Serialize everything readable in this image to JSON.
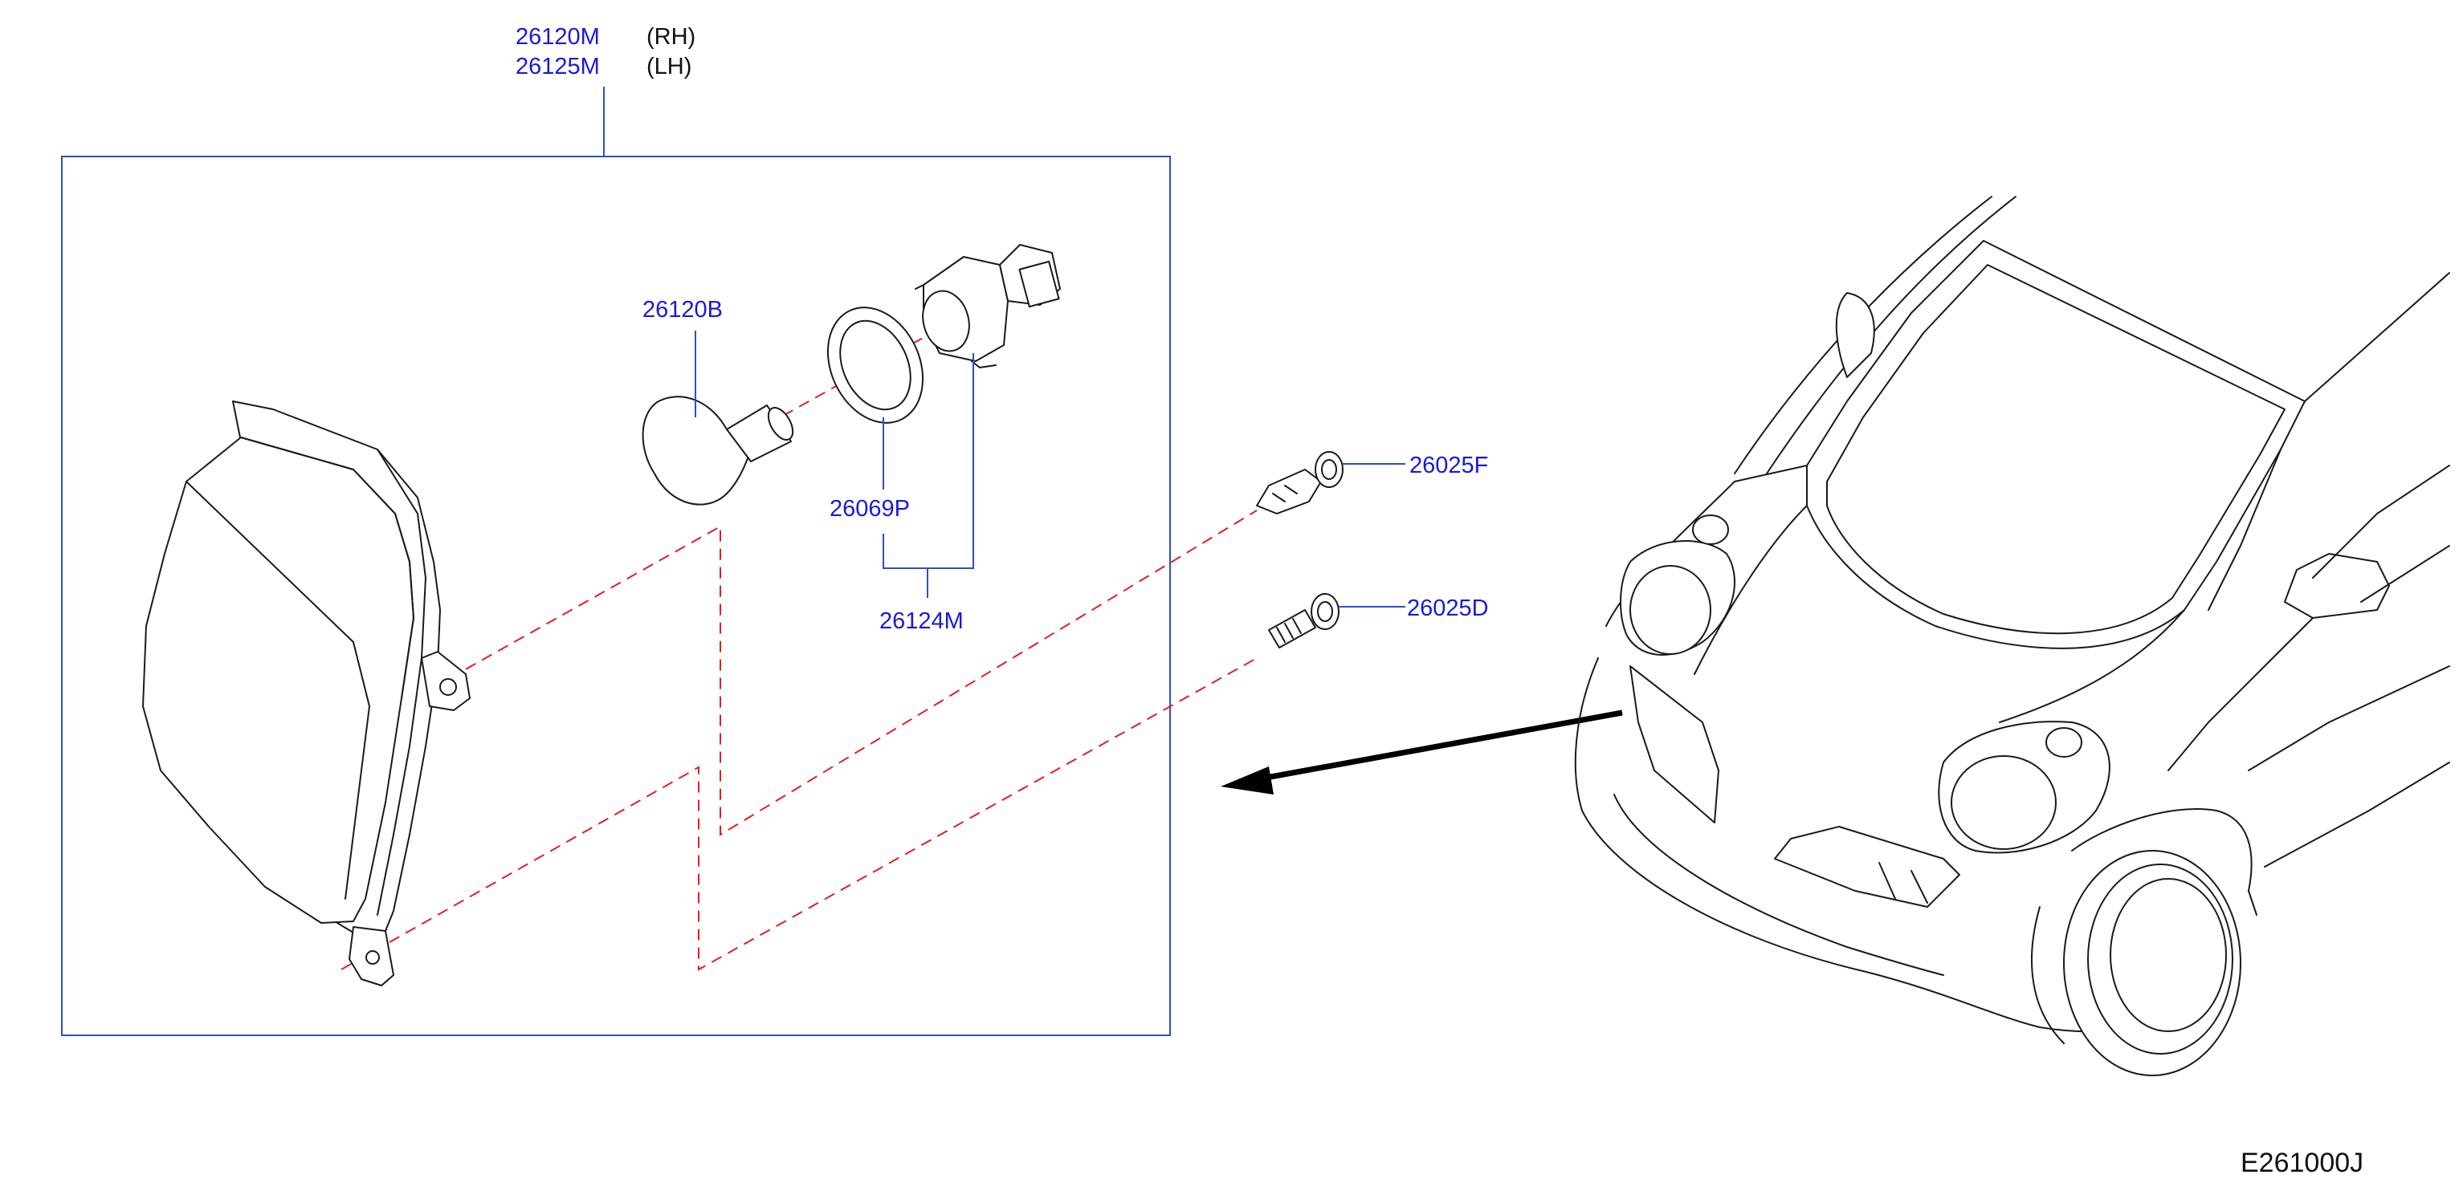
{
  "assembly": {
    "part_rh": "26120M",
    "side_rh": "(RH)",
    "part_lh": "26125M",
    "side_lh": "(LH)"
  },
  "callouts": {
    "bulb": "26120B",
    "gasket": "26069P",
    "socket_assembly": "26124M",
    "clip": "26025F",
    "screw": "26025D"
  },
  "diagram_id": "E261000J",
  "colors": {
    "callout_text": "#1a1ad6",
    "leader_line": "#2b4fc9",
    "center_line": "#e02020",
    "line_art": "#1a1a1a"
  }
}
